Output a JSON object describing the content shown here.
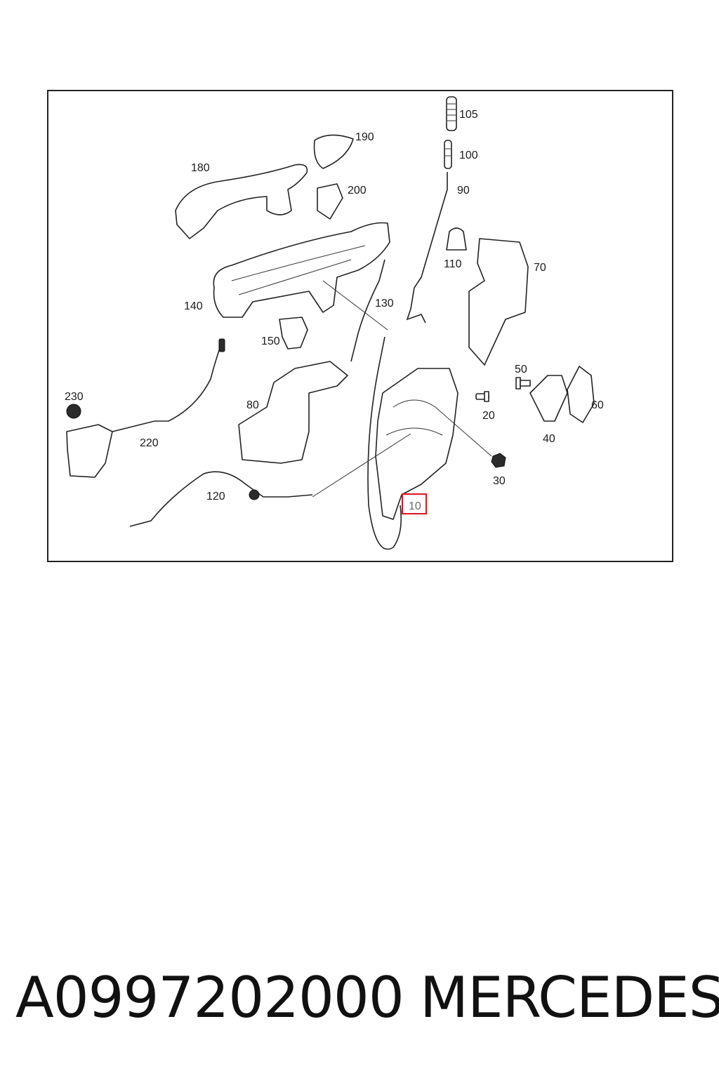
{
  "diagram": {
    "highlight_color": "#e0141e",
    "highlighted_label": "10",
    "labels": {
      "p105": "105",
      "p100": "100",
      "p190": "190",
      "p180": "180",
      "p200": "200",
      "p90": "90",
      "p110": "110",
      "p70": "70",
      "p140": "140",
      "p130": "130",
      "p150": "150",
      "p50": "50",
      "p60": "60",
      "p230": "230",
      "p80": "80",
      "p20": "20",
      "p40": "40",
      "p220": "220",
      "p30": "30",
      "p120": "120",
      "p10": "10"
    }
  },
  "caption": {
    "part_number": "A0997202000",
    "brand": "MERCEDES"
  }
}
